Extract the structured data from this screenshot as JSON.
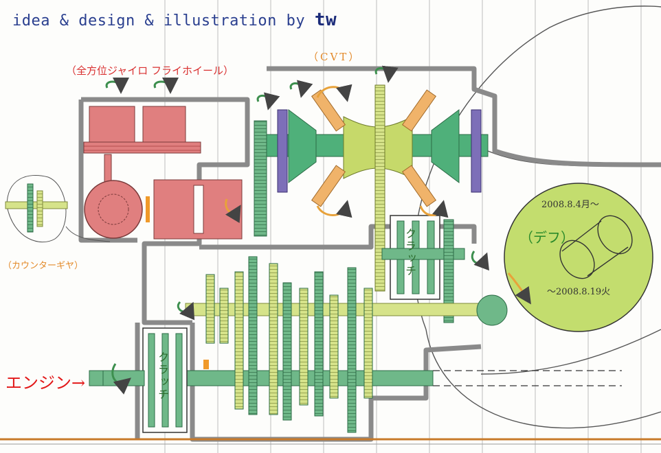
{
  "header": {
    "credit_text": "idea & design & illustration by ",
    "credit_author": "tw"
  },
  "labels": {
    "gyro_flywheel": "（全方位ジャイロ フライホイール）",
    "cvt": "（CVT）",
    "counter_gear": "（カウンターギヤ）",
    "engine": "エンジン→",
    "differential": "（デフ）",
    "date_start": "2008.8.4月～",
    "date_end": "～2008.8.19火",
    "clutch_upper": "クラッチ",
    "clutch_lower": "クラッチ"
  },
  "colors": {
    "housing": "#8a8a8a",
    "gyro_red": "#e07f7f",
    "cvt_green": "#4fb07a",
    "cvt_light": "#c6d96a",
    "roller_orange": "#f0b36a",
    "gear_light": "#d6e38a",
    "gear_green": "#6fb889",
    "bearing_blue": "#9ec7e3",
    "purple": "#7d6fb8",
    "diff_fill": "#c3dd6e",
    "arrow_orange": "#e8a23a",
    "arrow_green": "#3d8f4e",
    "credit_blue": "#2a3f8f"
  }
}
